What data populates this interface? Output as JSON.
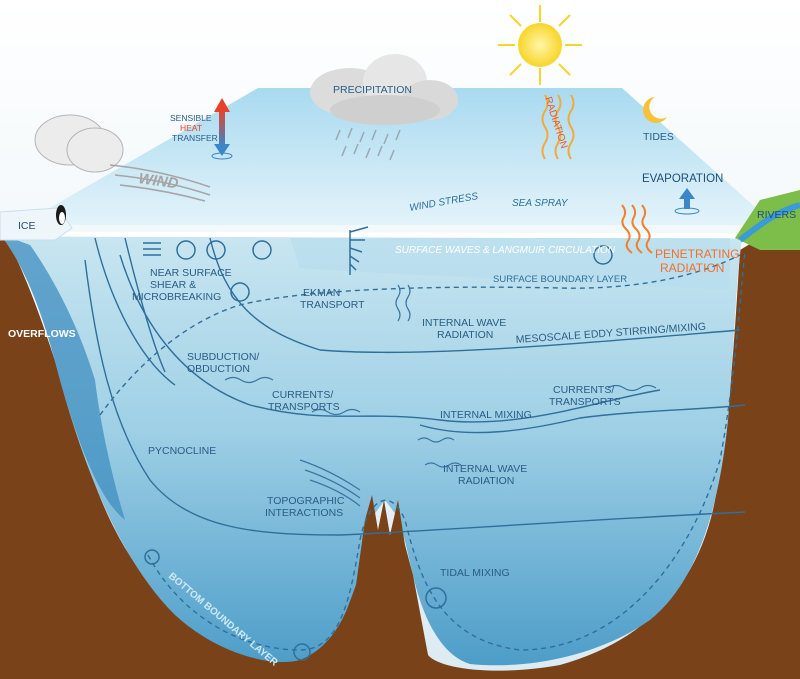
{
  "labels": {
    "precipitation": "PRECIPITATION",
    "sensible": "SENSIBLE",
    "heat": "HEAT",
    "transfer": "TRANSFER",
    "radiation_top": "RADIATION",
    "tides": "TIDES",
    "wind": "WIND",
    "evaporation": "EVAPORATION",
    "rivers": "RIVERS",
    "ice": "ICE",
    "wind_stress": "WIND STRESS",
    "sea_spray": "SEA SPRAY",
    "surface_waves": "SURFACE WAVES & LANGMUIR CIRCULATION",
    "penetrating_1": "PENETRATING",
    "penetrating_2": "RADIATION",
    "surface_boundary_layer": "SURFACE BOUNDARY LAYER",
    "near_surface_1": "NEAR SURFACE",
    "near_surface_2": "SHEAR &",
    "near_surface_3": "MICROBREAKING",
    "ekman_1": "EKMAN",
    "ekman_2": "TRANSPORT",
    "internal_wave_1_a": "INTERNAL WAVE",
    "internal_wave_1_b": "RADIATION",
    "mesoscale": "MESOSCALE EDDY STIRRING/MIXING",
    "overflows": "OVERFLOWS",
    "subduction_1": "SUBDUCTION/",
    "subduction_2": "OBDUCTION",
    "currents_left_1": "CURRENTS/",
    "currents_left_2": "TRANSPORTS",
    "currents_right_1": "CURRENTS/",
    "currents_right_2": "TRANSPORTS",
    "internal_mixing": "INTERNAL MIXING",
    "pycnocline": "PYCNOCLINE",
    "internal_wave_2_a": "INTERNAL WAVE",
    "internal_wave_2_b": "RADIATION",
    "topographic_1": "TOPOGRAPHIC",
    "topographic_2": "INTERACTIONS",
    "tidal_mixing": "TIDAL MIXING",
    "bottom_boundary": "BOTTOM BOUNDARY LAYER"
  },
  "colors": {
    "sky": "#d9ecf5",
    "surface_top": "#bfe3f1",
    "ocean_top": "#c4e3ef",
    "ocean_bottom": "#3f92c2",
    "seabed": "#7a4219",
    "text_blue": "#2a5d86",
    "heat_red": "#e8432a",
    "radiation_orange": "#f08030",
    "sun_yellow": "#fbe34a"
  }
}
